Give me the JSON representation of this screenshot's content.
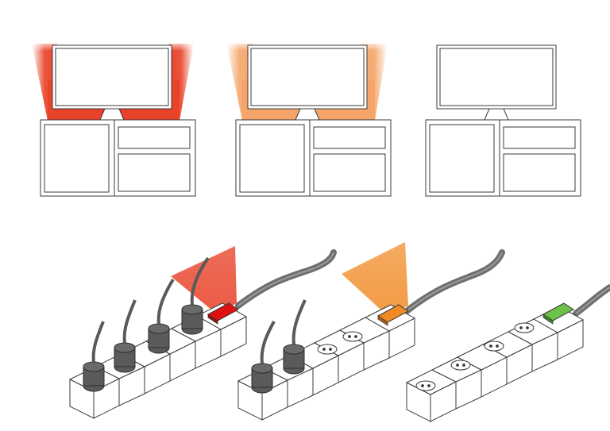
{
  "colors": {
    "background": "#ffffff",
    "outline": "#3a3a3a",
    "glow_red": "#e8432a",
    "glow_orange": "#f5a56a",
    "switch_red": "#e01010",
    "switch_orange": "#f08a24",
    "switch_green": "#6cc24a",
    "cord": "#6e6e6e",
    "plug": "#5a5a5a"
  },
  "panels": [
    {
      "id": "standby-on",
      "tv_glow": "glow_red",
      "switch_state": "on",
      "switch_color": "switch_red",
      "beam_color": "glow_red",
      "sockets": 5,
      "plugged": 4
    },
    {
      "id": "partial",
      "tv_glow": "glow_orange",
      "switch_state": "on",
      "switch_color": "switch_orange",
      "beam_color": "switch_orange",
      "sockets": 5,
      "plugged": 2
    },
    {
      "id": "off",
      "tv_glow": "none",
      "switch_state": "off",
      "switch_color": "switch_green",
      "beam_color": "none",
      "sockets": 5,
      "plugged": 0
    }
  ]
}
